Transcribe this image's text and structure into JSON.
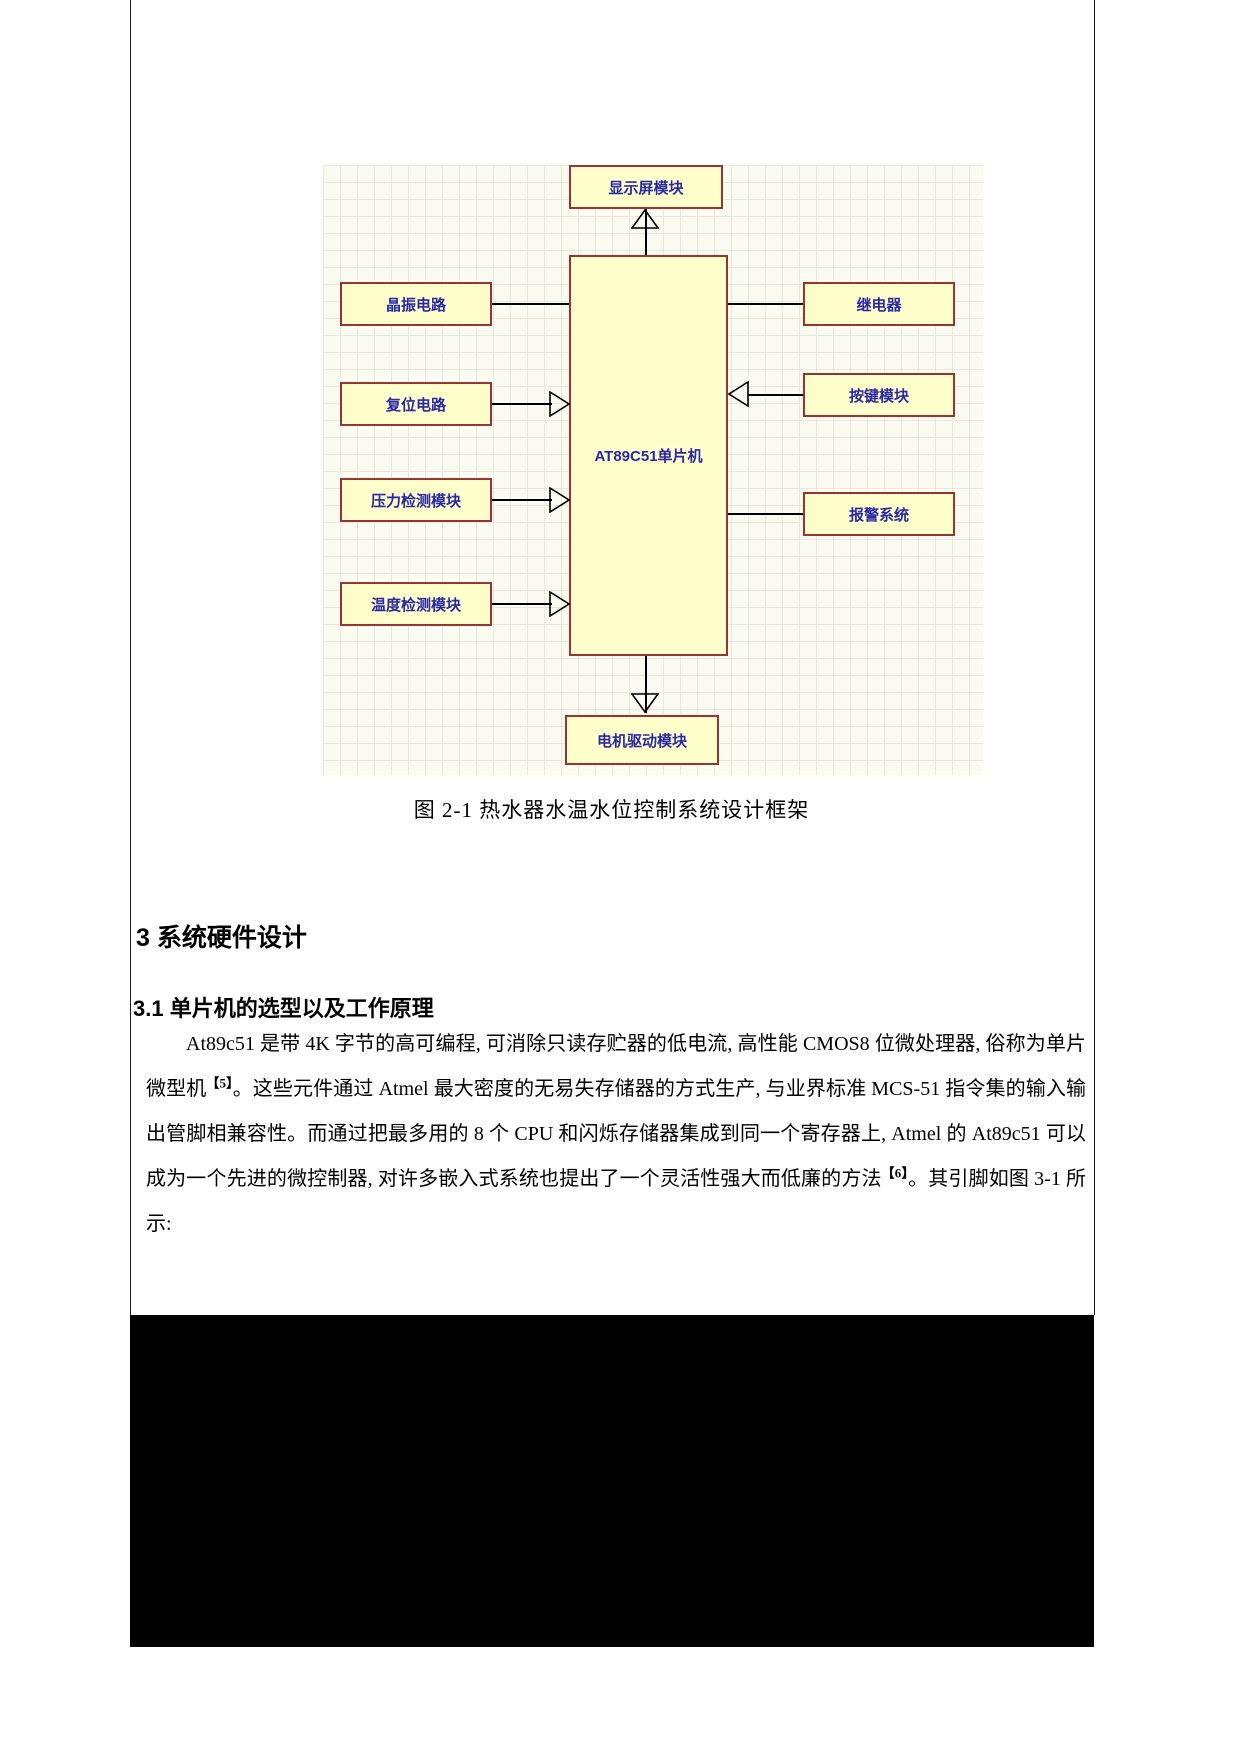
{
  "figure": {
    "caption": "图 2-1 热水器水温水位控制系统设计框架",
    "nodes": {
      "display": "显示屏模块",
      "crystal": "晶振电路",
      "reset": "复位电路",
      "pressure": "压力检测模块",
      "temperature": "温度检测模块",
      "mcu": "AT89C51单片机",
      "relay": "继电器",
      "keypad": "按键模块",
      "alarm": "报警系统",
      "motor": "电机驱动模块"
    },
    "colors": {
      "node_fill": "#ffffcc",
      "node_border": "#993333",
      "node_text": "#2929a3",
      "grid_bg": "#fbfbf2",
      "grid_line": "#e8e8de"
    }
  },
  "content": {
    "heading1": "3 系统硬件设计",
    "heading2": "3.1 单片机的选型以及工作原理",
    "paragraph": {
      "part1": "At89c51 是带 4K 字节的高可编程, 可消除只读存贮器的低电流, 高性能 CMOS8 位微处理器, 俗称为单片微型机",
      "ref1": "【5】",
      "part2": "。这些元件通过 Atmel 最大密度的无易失存储器的方式生产, 与业界标准 MCS-51 指令集的输入输出管脚相兼容性。而通过把最多用的 8 个 CPU 和闪烁存储器集成到同一个寄存器上, Atmel 的 At89c51 可以成为一个先进的微控制器, 对许多嵌入式系统也提出了一个灵活性强大而低廉的方法",
      "ref2": "【6】",
      "part3": "。其引脚如图 3-1 所示:"
    }
  }
}
